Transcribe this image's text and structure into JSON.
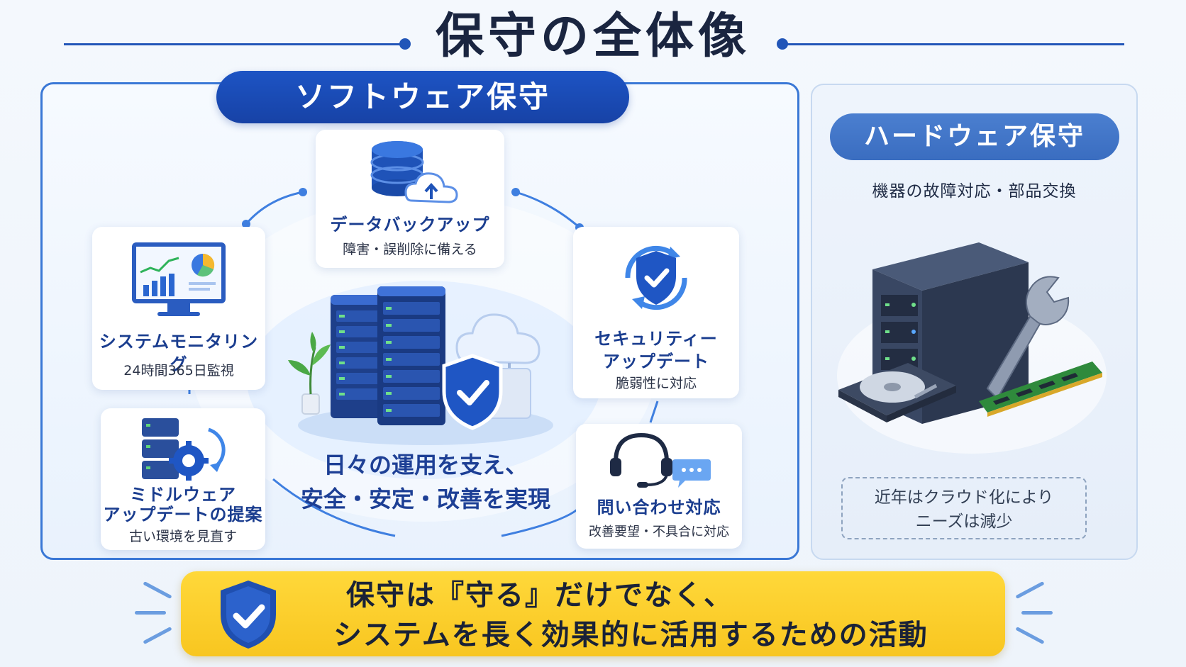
{
  "title": "保守の全体像",
  "software": {
    "label": "ソフトウェア保守",
    "center_line1": "日々の運用を支え、",
    "center_line2": "安全・安定・改善を実現",
    "cards": {
      "backup": {
        "title": "データバックアップ",
        "sub": "障害・誤削除に備える"
      },
      "monitoring": {
        "title": "システムモニタリング",
        "sub": "24時間365日監視"
      },
      "security": {
        "title1": "セキュリティー",
        "title2": "アップデート",
        "sub": "脆弱性に対応"
      },
      "middleware": {
        "title1": "ミドルウェア",
        "title2": "アップデートの提案",
        "sub": "古い環境を見直す"
      },
      "inquiry": {
        "title": "問い合わせ対応",
        "sub": "改善要望・不具合に対応"
      }
    }
  },
  "hardware": {
    "label": "ハードウェア保守",
    "sub": "機器の故障対応・部品交換",
    "note_line1": "近年はクラウド化により",
    "note_line2": "ニーズは減少"
  },
  "banner": {
    "line1": "保守は『守る』だけでなく、",
    "line2": "システムを長く効果的に活用するための活動"
  },
  "colors": {
    "primary_blue": "#1d54c4",
    "accent_blue": "#3a78d6",
    "banner_yellow": "#ffd83a",
    "dark_text": "#1a2540"
  }
}
